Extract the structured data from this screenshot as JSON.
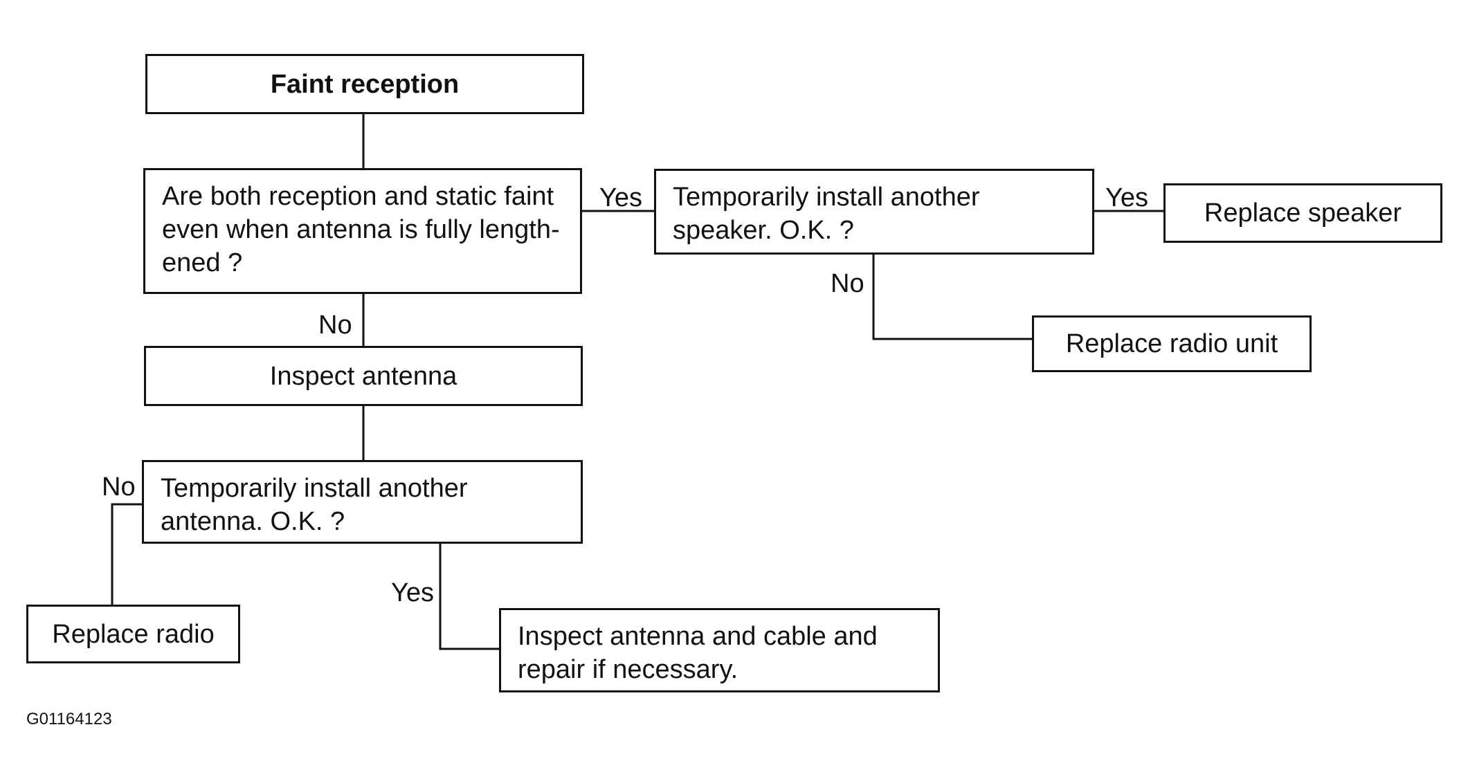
{
  "nodes": {
    "start": {
      "text": "Faint reception"
    },
    "q_faint": {
      "lines": [
        "Are both reception and static faint",
        "even when antenna is fully length-",
        "ened ?"
      ]
    },
    "inspect_antenna": {
      "text": "Inspect antenna"
    },
    "q_speaker": {
      "lines": [
        "Temporarily install another",
        "speaker. O.K. ?"
      ]
    },
    "replace_speaker": {
      "text": "Replace speaker"
    },
    "replace_radio_unit": {
      "text": "Replace radio unit"
    },
    "q_antenna": {
      "lines": [
        "Temporarily install another",
        "antenna. O.K. ?"
      ]
    },
    "replace_radio": {
      "text": "Replace radio"
    },
    "inspect_cable": {
      "lines": [
        "Inspect antenna and cable and",
        "repair if necessary."
      ]
    }
  },
  "edge_labels": {
    "faint_yes": "Yes",
    "faint_no": "No",
    "speaker_yes": "Yes",
    "speaker_no": "No",
    "antenna_no": "No",
    "antenna_yes": "Yes"
  },
  "figure_code": "G01164123"
}
